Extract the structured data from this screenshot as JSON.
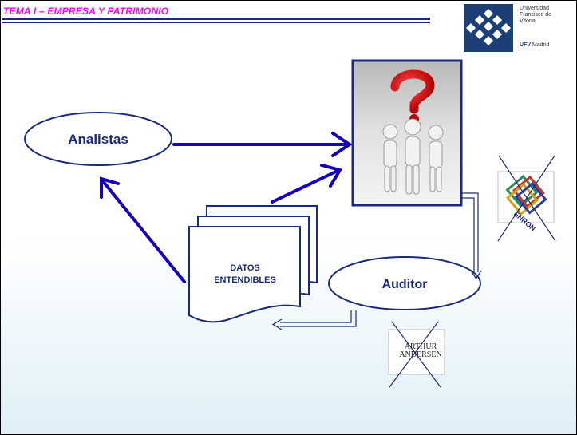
{
  "header": {
    "title": "TEMA I – EMPRESA Y PATRIMONIO"
  },
  "logo": {
    "name_lines": [
      "Universidad",
      "Francisco de",
      "Vitoria"
    ],
    "sub_bold": "UFV",
    "sub_rest": "Madrid"
  },
  "diagram": {
    "analistas": "Analistas",
    "auditor": "Auditor",
    "datos_line1": "DATOS",
    "datos_line2": "ENTENDIBLES"
  },
  "firms": {
    "enron": "ENRON",
    "arthur_line1": "ARTHUR",
    "arthur_line2": "ANDERSEN"
  },
  "colors": {
    "accent": "#1a2a7a",
    "title": "#ff00ff",
    "brand": "#1d3f78",
    "arrow": "#1400b8",
    "enron_green": "#2e8b57",
    "enron_red": "#c0392b"
  }
}
